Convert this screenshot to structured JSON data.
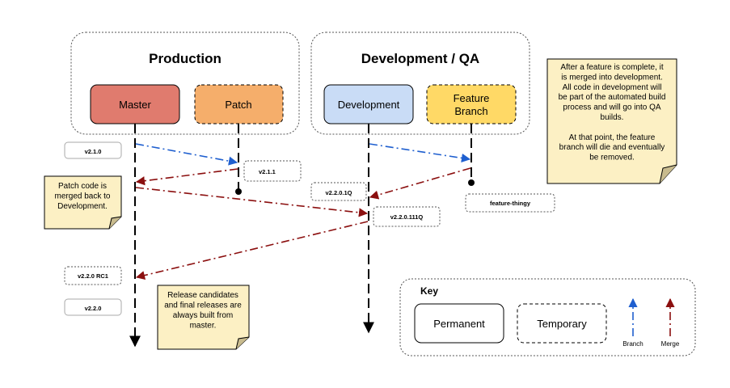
{
  "groups": {
    "production": "Production",
    "development": "Development / QA"
  },
  "branches": {
    "master": "Master",
    "patch": "Patch",
    "development": "Development",
    "feature_line1": "Feature",
    "feature_line2": "Branch"
  },
  "tags": {
    "v210": "v2.1.0",
    "v211": "v2.1.1",
    "v2201q": "v2.2.0.1Q",
    "v220111q": "v2.2.0.111Q",
    "feature_thingy": "feature-thingy",
    "v220rc1": "v2.2.0 RC1",
    "v220": "v2.2.0"
  },
  "notes": {
    "feature_note": [
      "After a feature is complete, it",
      "is merged into development.",
      "All code in development will",
      "be part of the automated build",
      "process and will go into QA",
      "builds.",
      "",
      "At that point, the feature",
      "branch will die and eventually",
      "be removed."
    ],
    "patch_note": [
      "Patch code is",
      "merged back to",
      "Development."
    ],
    "release_note": [
      "Release candidates",
      "and final releases are",
      "always built from",
      "master."
    ]
  },
  "key": {
    "title": "Key",
    "permanent": "Permanent",
    "temporary": "Temporary",
    "branch": "Branch",
    "merge": "Merge"
  },
  "colors": {
    "master": "#e07b6e",
    "patch": "#f5ae6b",
    "development": "#c9dcf6",
    "feature": "#ffd966",
    "note": "#fcf0c4",
    "branch_arrow": "#1f5fcf",
    "merge_arrow": "#8b0f0f"
  }
}
